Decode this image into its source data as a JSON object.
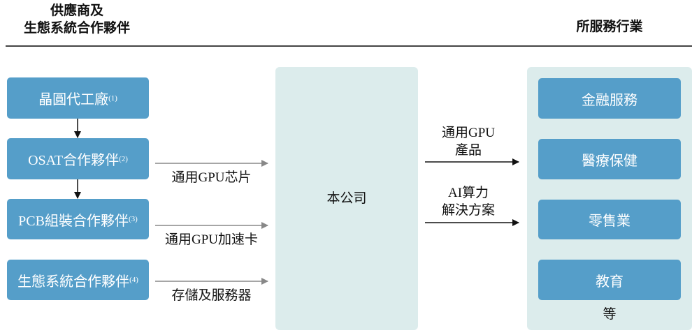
{
  "header": {
    "left_line1": "供應商及",
    "left_line2": "生態系統合作夥伴",
    "right": "所服務行業"
  },
  "suppliers": [
    {
      "label": "晶圓代工廠",
      "note": "(1)"
    },
    {
      "label": "OSAT合作夥伴",
      "note": "(2)"
    },
    {
      "label": "PCB組裝合作夥伴",
      "note": "(3)"
    },
    {
      "label": "生態系統合作夥伴",
      "note": "(4)"
    }
  ],
  "inputs": [
    "通用GPU芯片",
    "通用GPU加速卡",
    "存儲及服務器"
  ],
  "company": "本公司",
  "outputs": [
    {
      "line1": "通用GPU",
      "line2": "產品"
    },
    {
      "line1": "AI算力",
      "line2": "解決方案"
    }
  ],
  "industries": [
    "金融服務",
    "醫療保健",
    "零售業",
    "教育"
  ],
  "industries_more": "等",
  "colors": {
    "box": "#559ec9",
    "panel": "#dcecec",
    "input_arrow": "#888888",
    "output_arrow": "#111111"
  }
}
